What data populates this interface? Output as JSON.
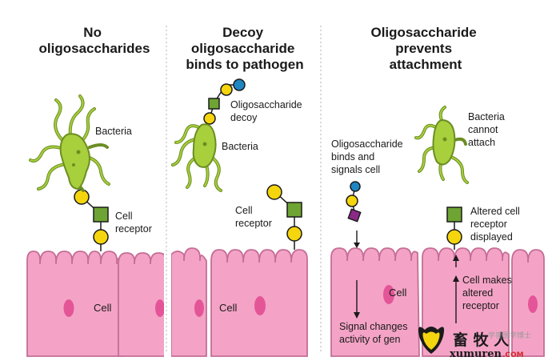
{
  "panels": [
    {
      "heading": [
        "No",
        "oligosaccharides"
      ],
      "bacteria_label": "Bacteria",
      "receptor_label": [
        "Cell",
        "receptor"
      ],
      "cell_label": "Cell"
    },
    {
      "heading": [
        "Decoy",
        "oligosaccharide",
        "binds to pathogen"
      ],
      "decoy_label": [
        "Oligosaccharide",
        "decoy"
      ],
      "bacteria_label": "Bacteria",
      "receptor_label": [
        "Cell",
        "receptor"
      ],
      "cell_label": "Cell"
    },
    {
      "heading": [
        "Oligosaccharide",
        "prevents",
        "attachment"
      ],
      "signal_label": [
        "Oligosaccharide",
        "binds and",
        "signals cell"
      ],
      "bacteria_label": [
        "Bacteria",
        "cannot",
        "attach"
      ],
      "altered_label": [
        "Altered cell",
        "receptor",
        "displayed"
      ],
      "cell_label": "Cell",
      "makes_label": [
        "Cell makes",
        "altered",
        "receptor"
      ],
      "signal_changes_label": [
        "Signal changes",
        "activity of gen"
      ]
    }
  ],
  "watermark": {
    "chinese": "畜 牧 人",
    "site": "xumuren",
    "com": ".COM",
    "faint": "学兽医学博士"
  },
  "colors": {
    "cell_fill": "#f4a3c6",
    "cell_stroke": "#c46e96",
    "nucleus": "#e45598",
    "bacteria": "#a8cf3c",
    "bacteria_dark": "#6b8e22",
    "yellow": "#f5d50d",
    "green": "#6ea433",
    "blue": "#1e87c2",
    "purple": "#8b2a86",
    "divider": "#bdbdbd"
  }
}
